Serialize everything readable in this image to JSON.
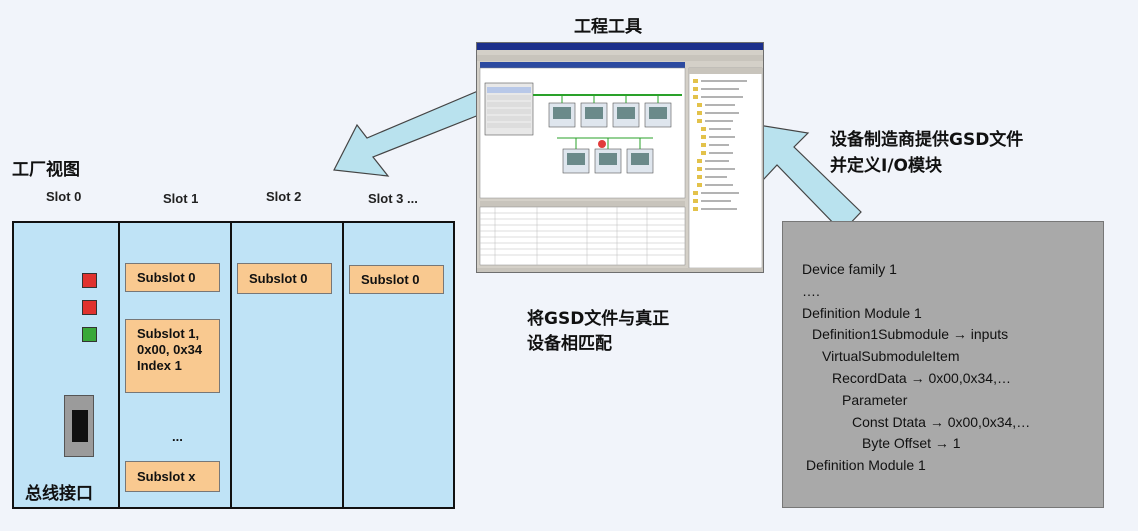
{
  "titles": {
    "engineering_tool": "工程工具",
    "plant_view": "工厂视图",
    "match": [
      "将GSD文件与真正",
      "设备相匹配"
    ],
    "vendor": [
      "设备制造商提供GSD文件",
      "并定义I/O模块"
    ]
  },
  "slots": [
    "Slot 0",
    "Slot 1",
    "Slot 2",
    "Slot 3 ..."
  ],
  "subslots": {
    "slot1_first": "Subslot 0",
    "slot1_second": [
      "Subslot 1,",
      "0x00, 0x34",
      "Index 1"
    ],
    "ellipsis": "...",
    "slot1_last": "Subslot x",
    "slot2": "Subslot 0",
    "slot3": "Subslot 0"
  },
  "bus_interface": "总线接口",
  "leds": [
    "#e0322e",
    "#e0322e",
    "#39a83a"
  ],
  "gsd_lines": [
    "Device family 1",
    "….",
    "Definition Module 1",
    "Definition1Submodule → inputs",
    "VirtualSubmoduleItem",
    "RecordData → 0x00,0x34,…",
    "Parameter",
    "Const Dtata → 0x00,0x34,…",
    "Byte Offset → 1",
    "Definition Module 1"
  ],
  "colors": {
    "arrow_fill": "#b9e2ee",
    "plant_fill": "#bfe3f6",
    "subslot_fill": "#f9c990",
    "gsd_fill": "#a9a9a9"
  }
}
